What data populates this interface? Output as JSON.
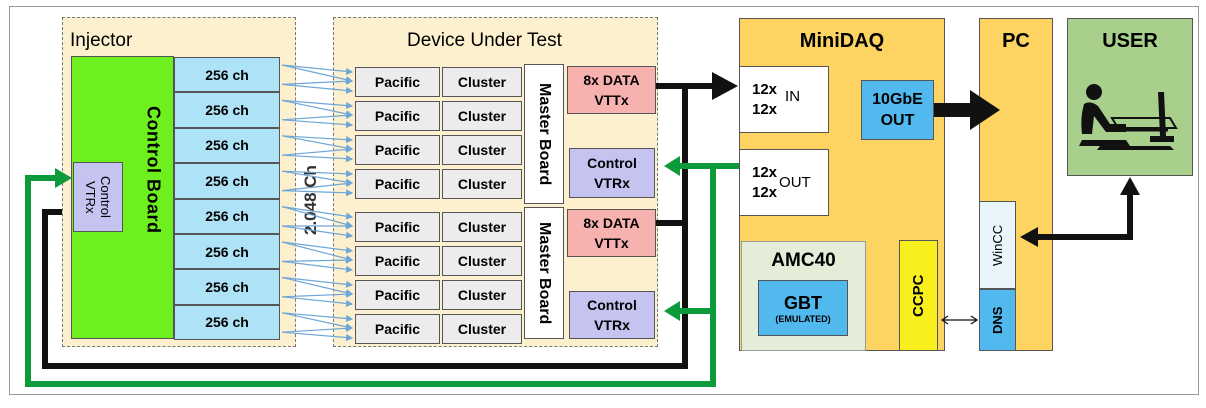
{
  "injector": {
    "title": "Injector",
    "control_board": "Control Board",
    "control_vtrx": "Control VTRx",
    "channel_label": "256 ch",
    "channel_count": 8,
    "total_channels": "2.048 Ch"
  },
  "dut": {
    "title": "Device Under Test",
    "pacific_label": "Pacific",
    "cluster_label": "Cluster",
    "master_board": "Master Board",
    "data_vttx": [
      "8x DATA",
      "VTTx"
    ],
    "control_vtrx": [
      "Control",
      "VTRx"
    ]
  },
  "minidaq": {
    "title": "MiniDAQ",
    "in_label": [
      "12x",
      "12x"
    ],
    "in_suffix": "IN",
    "out_label": [
      "12x",
      "12x"
    ],
    "out_suffix": "OUT",
    "tengbe": [
      "10GbE",
      "OUT"
    ],
    "amc40": "AMC40",
    "gbt": "GBT",
    "gbt_sub": "(EMULATED)",
    "ccpc": "CCPC"
  },
  "pc": {
    "title": "PC",
    "wincc": "WinCC",
    "dns": "DNS"
  },
  "user": {
    "title": "USER"
  },
  "colors": {
    "injector_bg": "#fdf0cf",
    "control_board": "#6ef01e",
    "channel": "#aee2f6",
    "minidaq": "#fdd362",
    "user": "#a8cf8c",
    "green_link": "#0c9a3a",
    "blue_link": "#6fa7d8"
  }
}
